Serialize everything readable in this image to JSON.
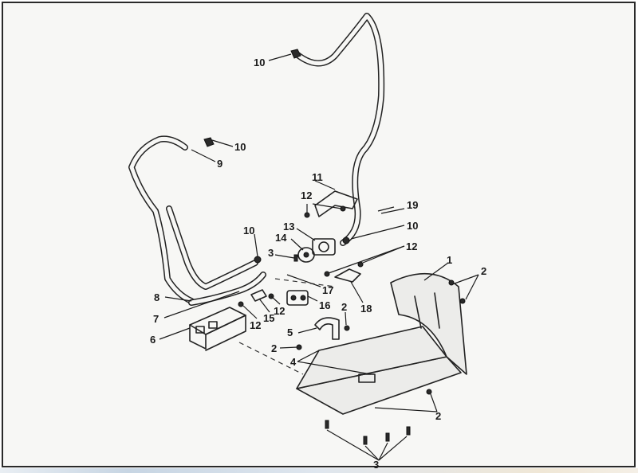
{
  "callouts": {
    "c1": "1",
    "c2a": "2",
    "c2b": "2",
    "c2c": "2",
    "c2d": "2",
    "c3a": "3",
    "c3b": "3",
    "c4": "4",
    "c5": "5",
    "c6": "6",
    "c7": "7",
    "c8": "8",
    "c9": "9",
    "c10a": "10",
    "c10b": "10",
    "c10c": "10",
    "c10d": "10",
    "c11": "11",
    "c12a": "12",
    "c12b": "12",
    "c12c": "12",
    "c12d": "12",
    "c13": "13",
    "c14": "14",
    "c15": "15",
    "c16": "16",
    "c17": "17",
    "c18": "18",
    "c19": "19"
  }
}
